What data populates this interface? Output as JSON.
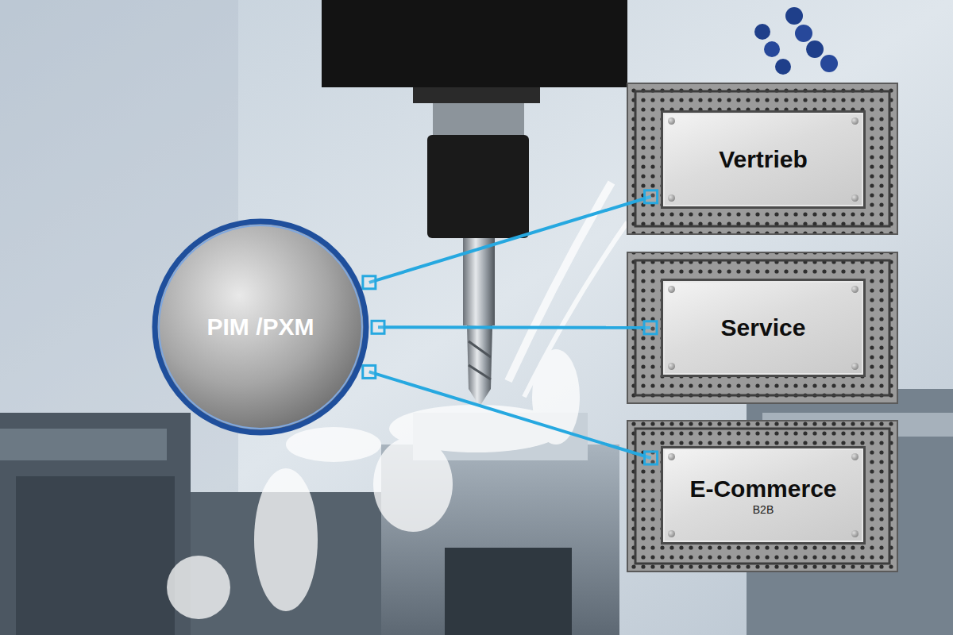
{
  "diagram": {
    "nodes": [
      {
        "text": [
          "PIM /PXM"
        ]
      },
      {
        "text": [
          "Vertrieb"
        ]
      },
      {
        "text": [
          "Service"
        ]
      },
      {
        "text": [
          "E-Commerce",
          "B2B"
        ]
      }
    ],
    "edges": [
      {
        "from": 0,
        "to": 1,
        "arrow": "none"
      },
      {
        "from": 0,
        "to": 2,
        "arrow": "none"
      },
      {
        "from": 0,
        "to": 3,
        "arrow": "none"
      }
    ]
  }
}
